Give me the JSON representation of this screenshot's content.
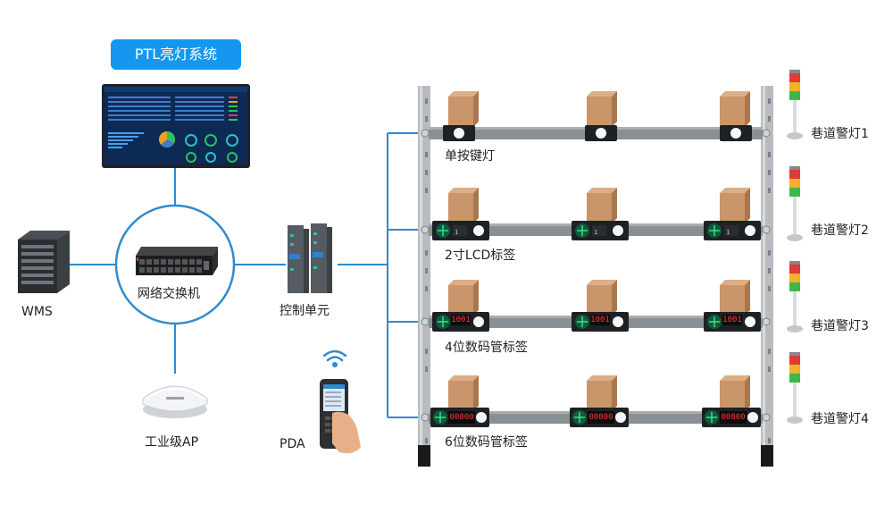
{
  "title_badge": "PTL亮灯系统",
  "labels": {
    "wms": "WMS",
    "switch": "网络交换机",
    "control": "控制单元",
    "ap": "工业级AP",
    "pda": "PDA"
  },
  "shelves": [
    {
      "label": "单按键灯",
      "lamp_label": "巷道警灯1"
    },
    {
      "label": "2寸LCD标签",
      "lamp_label": "巷道警灯2"
    },
    {
      "label": "4位数码管标签",
      "lamp_label": "巷道警灯3"
    },
    {
      "label": "6位数码管标签",
      "lamp_label": "巷道警灯4"
    }
  ],
  "colors": {
    "accent": "#1597f0",
    "line": "#2e8bd0",
    "rail": "#8a8f93",
    "upright": "#b8bcc0",
    "box": "#c9956a"
  },
  "displays": {
    "four_digit": "1001",
    "six_digit": "00800"
  },
  "icons": [
    "server-icon",
    "switch-icon",
    "control-unit-icon",
    "wifi-ap-icon",
    "pda-icon",
    "wifi-signal-icon",
    "monitor-icon",
    "warning-lamp-icon",
    "box-icon"
  ]
}
